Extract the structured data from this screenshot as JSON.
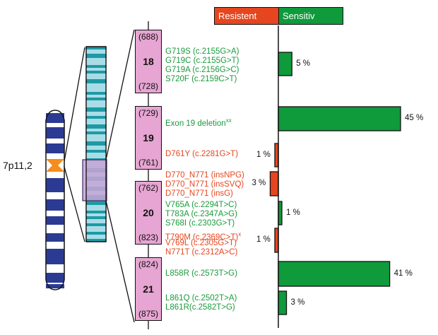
{
  "legend": {
    "resistent": "Resistent",
    "sensitiv": "Sensitiv",
    "resistent_color": "#e5461f",
    "sensitiv_color": "#0f9a3c"
  },
  "chromosome": {
    "band_label": "7p11,2"
  },
  "exons": [
    {
      "number": "18",
      "start": "(688)",
      "end": "(728)"
    },
    {
      "number": "19",
      "start": "(729)",
      "end": "(761)"
    },
    {
      "number": "20",
      "start": "(762)",
      "end": "(823)"
    },
    {
      "number": "21",
      "start": "(824)",
      "end": "(875)"
    }
  ],
  "mutations": [
    {
      "label": "G719S (c.2155G>A)",
      "type": "sensitive",
      "exon": "18"
    },
    {
      "label": "G719C (c.2155G>T)",
      "type": "sensitive",
      "exon": "18"
    },
    {
      "label": "G719A (c.2156G>C)",
      "type": "sensitive",
      "exon": "18"
    },
    {
      "label": "S720F (c.2159C>T)",
      "type": "sensitive",
      "exon": "18"
    },
    {
      "label": "Exon 19 deletion",
      "sup": "xx",
      "type": "sensitive",
      "exon": "19"
    },
    {
      "label": "D761Y (c.2281G>T)",
      "type": "resistant",
      "exon": "19"
    },
    {
      "label": "D770_N771 (insNPG)",
      "type": "resistant",
      "exon": "20"
    },
    {
      "label": "D770_N771 (insSVQ)",
      "type": "resistant",
      "exon": "20"
    },
    {
      "label": "D770_N771 (insG)",
      "type": "resistant",
      "exon": "20"
    },
    {
      "label": "V765A (c.2294T>C)",
      "type": "sensitive",
      "exon": "20"
    },
    {
      "label": "T783A (c.2347A>G)",
      "type": "sensitive",
      "exon": "20"
    },
    {
      "label": "S768I (c.2303G>T)",
      "type": "sensitive",
      "exon": "20"
    },
    {
      "label": "T790M (c.2369C>T)",
      "sup": "x",
      "type": "resistant",
      "exon": "20"
    },
    {
      "label": "V769L (c.2305G>T)",
      "type": "resistant",
      "exon": "20"
    },
    {
      "label": "N771T (c.2312A>C)",
      "type": "resistant",
      "exon": "20"
    },
    {
      "label": "L858R (c.2573T>G)",
      "type": "sensitive",
      "exon": "21"
    },
    {
      "label": "L861Q (c.2502T>A)",
      "type": "sensitive",
      "exon": "21"
    },
    {
      "label": "L861R(c.2582T>G)",
      "type": "sensitive",
      "exon": "21"
    }
  ],
  "frequency_bars": [
    {
      "direction": "sensitive",
      "value": 5,
      "label": "5 %"
    },
    {
      "direction": "sensitive",
      "value": 45,
      "label": "45 %"
    },
    {
      "direction": "resistant",
      "value": 1,
      "label": "1 %"
    },
    {
      "direction": "resistant",
      "value": 3,
      "label": "3 %"
    },
    {
      "direction": "sensitive",
      "value": 1,
      "label": "1 %"
    },
    {
      "direction": "resistant",
      "value": 1,
      "label": "1 %"
    },
    {
      "direction": "sensitive",
      "value": 41,
      "label": "41 %"
    },
    {
      "direction": "sensitive",
      "value": 3,
      "label": "3 %"
    }
  ]
}
